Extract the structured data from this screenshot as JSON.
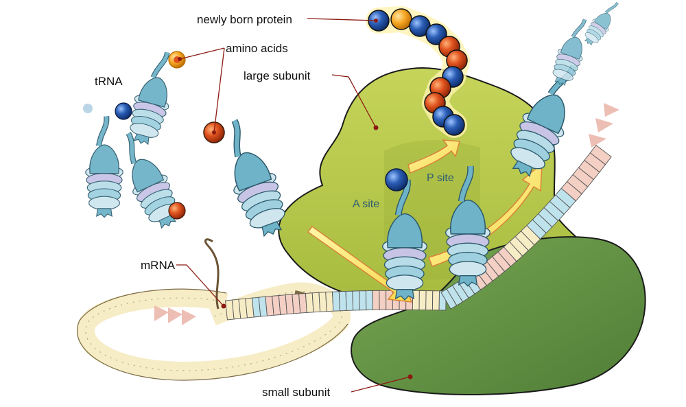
{
  "labels": {
    "newly_born_protein": "newly born protein",
    "amino_acids": "amino acids",
    "trna": "tRNA",
    "large_subunit": "large subunit",
    "p_site": "P site",
    "a_site": "A site",
    "mrna": "mRNA",
    "small_subunit": "small subunit"
  },
  "colors": {
    "large_subunit": "#b8c94a",
    "small_subunit": "#6c9a4a",
    "trna": "#6fb3c8",
    "amino_acid_blue": "#1f4f9e",
    "amino_acid_orange": "#e0531e",
    "amino_acid_yellow": "#f5a623",
    "mrna_cream": "#f6ecc6",
    "mrna_blue": "#bfe3ec",
    "mrna_pink": "#f3cfc4",
    "leader": "#8b1a12"
  },
  "protein_chain": [
    "blue",
    "yellow",
    "blue",
    "blue",
    "orange",
    "orange",
    "blue",
    "orange",
    "orange",
    "blue",
    "blue"
  ]
}
